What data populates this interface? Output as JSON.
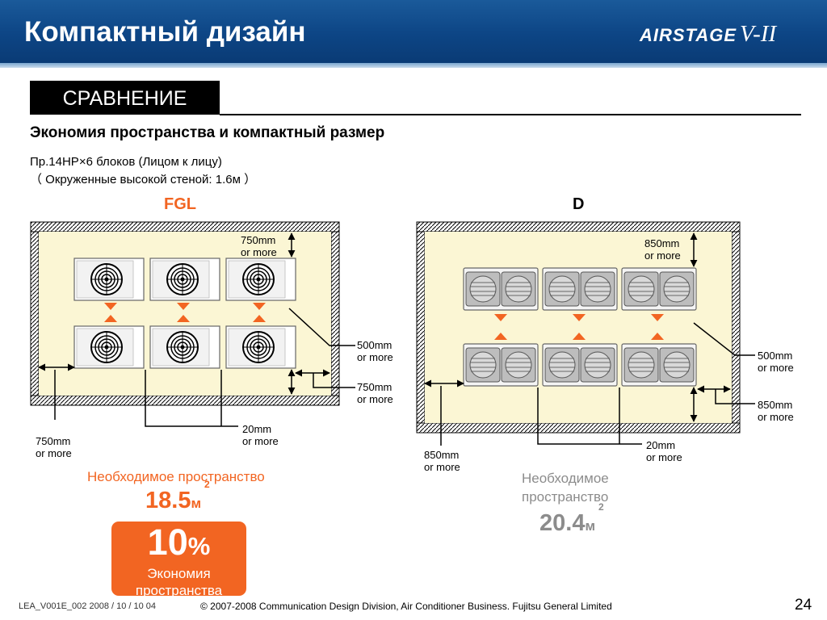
{
  "header": {
    "title": "Компактный дизайн",
    "logo_word": "AIRSTAGE",
    "logo_version": "V-II"
  },
  "section": {
    "label": "СРАВНЕНИЕ",
    "subtitle": "Экономия пространства и компактный размер",
    "condition_line1": "Пр.14HP×6 блоков (Лицом к лицу)",
    "condition_line2": "（ Окруженные высокой стеной: 1.6м ）"
  },
  "fgl": {
    "label": "FGL",
    "dim_top_1": "750mm",
    "dim_top_2": "or more",
    "dim_mid_1": "500mm",
    "dim_mid_2": "or more",
    "dim_right_1": "750mm",
    "dim_right_2": "or more",
    "dim_gap_1": "20mm",
    "dim_gap_2": "or more",
    "dim_left_1": "750mm",
    "dim_left_2": "or more",
    "need_label": "Необходимое пространство",
    "value": "18.5",
    "unit": "м",
    "sup": "2"
  },
  "d": {
    "label": "D",
    "dim_top_1": "850mm",
    "dim_top_2": "or more",
    "dim_mid_1": "500mm",
    "dim_mid_2": "or more",
    "dim_right_1": "850mm",
    "dim_right_2": "or more",
    "dim_gap_1": "20mm",
    "dim_gap_2": "or more",
    "dim_left_1": "850mm",
    "dim_left_2": "or more",
    "need_label_1": "Необходимое",
    "need_label_2": "пространство",
    "value": "20.4",
    "unit": "м",
    "sup": "2"
  },
  "badge": {
    "number": "10",
    "percent": "%",
    "line1": "Экономия",
    "line2": "пространства"
  },
  "footer": {
    "doc_id": "LEA_V001E_002  2008 / 10 / 10 04",
    "copyright": "© 2007-2008 Communication Design Division, Air Conditioner Business. Fujitsu General Limited",
    "page": "24"
  },
  "colors": {
    "header_blue": "#0d4585",
    "accent_orange": "#f26522",
    "floor_fill": "#fbf6d4",
    "gray_text": "#8c8c8c"
  }
}
